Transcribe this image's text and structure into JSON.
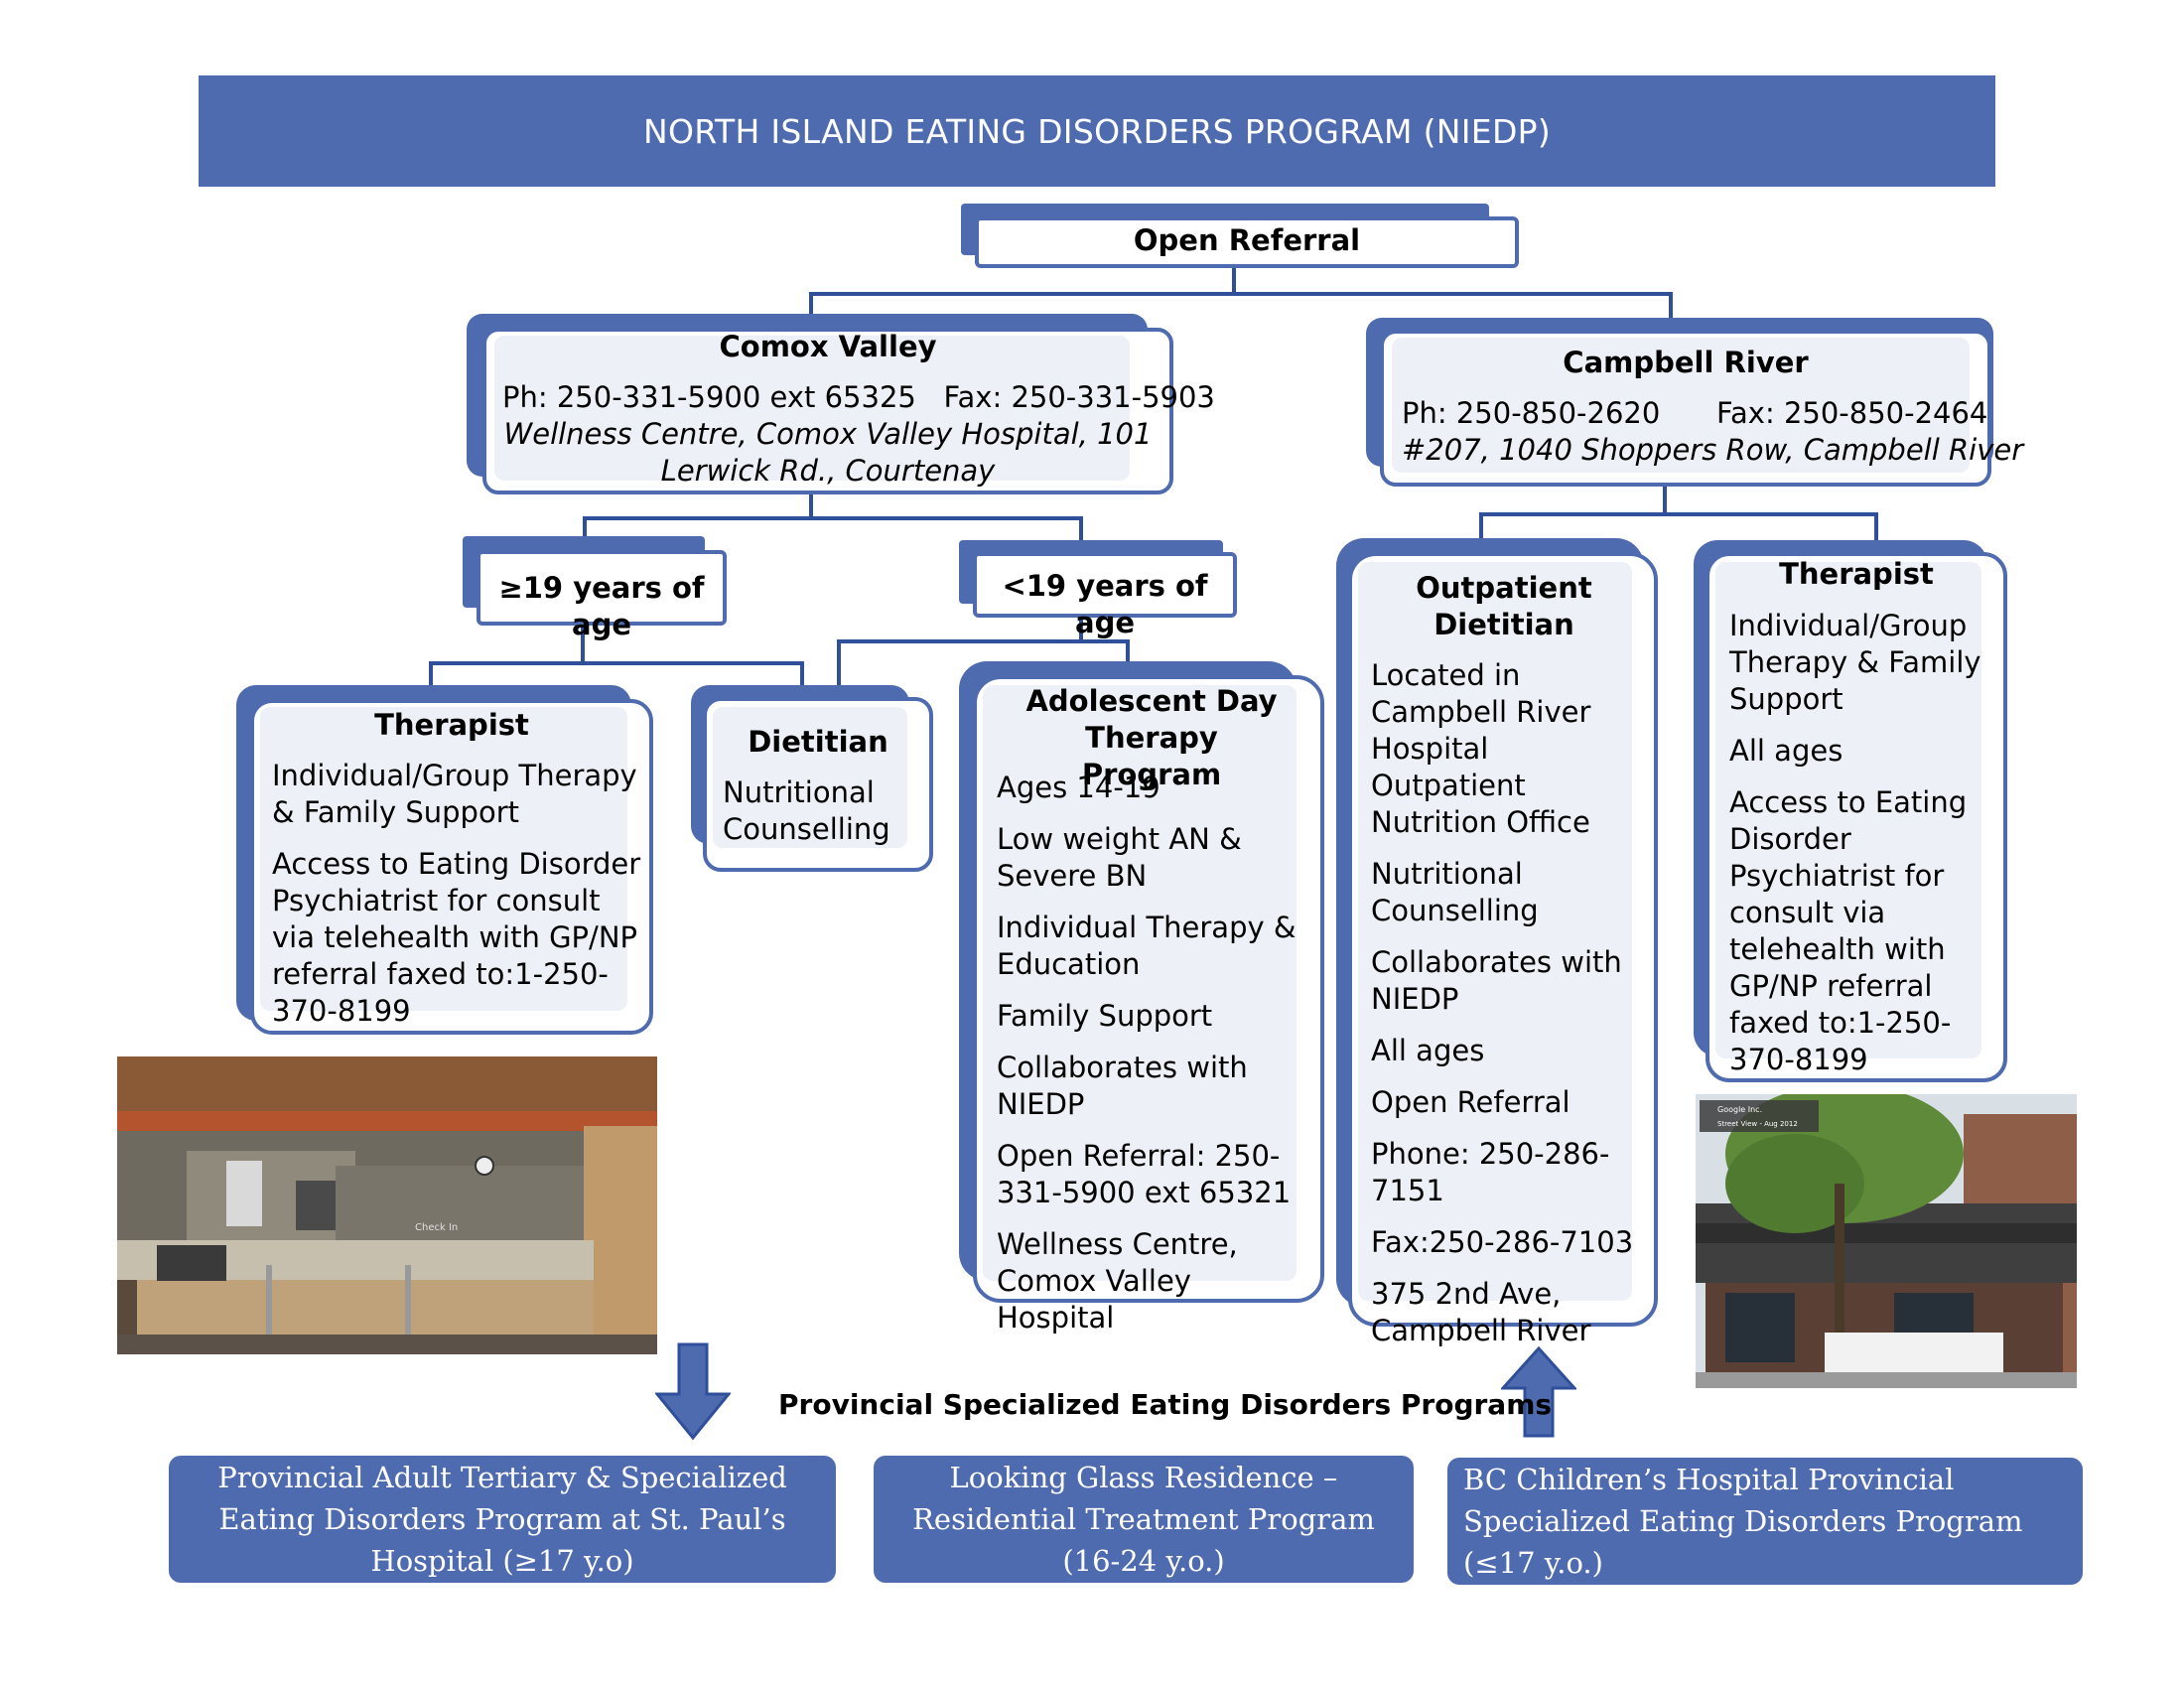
{
  "title": "NORTH ISLAND EATING DISORDERS PROGRAM (NIEDP)",
  "open_referral": "Open Referral",
  "comox": {
    "title": "Comox Valley",
    "phone": "Ph: 250-331-5900 ext 65325   Fax: 250-331-5903",
    "address_1": "Wellness Centre, Comox Valley Hospital, 101",
    "address_2": "Lerwick Rd., Courtenay"
  },
  "campbell": {
    "title": "Campbell River",
    "phone": "Ph: 250-850-2620",
    "fax": "Fax: 250-850-2464",
    "address": "#207, 1040 Shoppers Row, Campbell River"
  },
  "age_adult": "≥19 years of age",
  "age_youth": "<19 years of age",
  "therapist_cv": {
    "title": "Therapist",
    "p1": "Individual/Group Therapy & Family Support",
    "p2": "Access to Eating Disorder Psychiatrist for consult via telehealth with GP/NP referral faxed to:1-250-370-8199"
  },
  "dietitian_cv": {
    "title": "Dietitian",
    "p1": "Nutritional Counselling"
  },
  "adolescent": {
    "title": "Adolescent Day Therapy Program",
    "items": [
      "Ages 14-19",
      "Low weight AN & Severe BN",
      "Individual Therapy & Education",
      "Family Support",
      "Collaborates with NIEDP",
      "Open Referral: 250-331-5900 ext 65321",
      "Wellness Centre, Comox Valley Hospital"
    ]
  },
  "outpatient": {
    "title": "Outpatient Dietitian",
    "items": [
      "Located in Campbell River Hospital Outpatient Nutrition Office",
      "Nutritional Counselling",
      "Collaborates with NIEDP",
      "All ages",
      "Open Referral",
      "Phone: 250-286-7151",
      "Fax:250-286-7103",
      "375 2nd Ave, Campbell River"
    ]
  },
  "therapist_cr": {
    "title": "Therapist",
    "items": [
      "Individual/Group Therapy & Family Support",
      "All ages",
      "Access to Eating Disorder Psychiatrist for consult via telehealth with GP/NP referral faxed to:1-250-370-8199"
    ]
  },
  "provincial_label": "Provincial Specialized Eating Disorders Programs",
  "provincial": [
    "Provincial Adult Tertiary & Specialized Eating Disorders Program at St. Paul’s Hospital (≥17 y.o)",
    "Looking Glass Residence – Residential Treatment Program (16-24 y.o.)",
    "BC Children’s Hospital Provincial Specialized Eating Disorders Program (≤17 y.o.)"
  ],
  "photo_left_sign": "Check In",
  "photo_right_overlay": "Street View - Aug 2012",
  "photo_right_brand": "Google Inc.",
  "colors": {
    "primary": "#4f6baf",
    "line": "#2f4f9a",
    "inner": "#eef0f7"
  }
}
